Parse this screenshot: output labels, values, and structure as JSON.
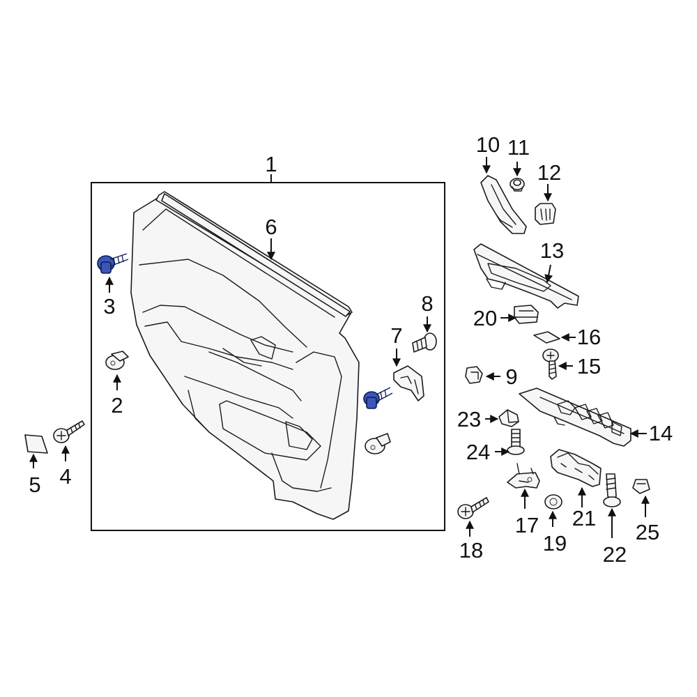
{
  "callouts": {
    "c1": "1",
    "c2": "2",
    "c3": "3",
    "c4": "4",
    "c5": "5",
    "c6": "6",
    "c7": "7",
    "c8": "8",
    "c9": "9",
    "c10": "10",
    "c11": "11",
    "c12": "12",
    "c13": "13",
    "c14": "14",
    "c15": "15",
    "c16": "16",
    "c17": "17",
    "c18": "18",
    "c19": "19",
    "c20": "20",
    "c21": "21",
    "c22": "22",
    "c23": "23",
    "c24": "24",
    "c25": "25"
  },
  "colors": {
    "highlight": "#3a56b8",
    "line": "#1a1a1a",
    "background": "#ffffff"
  }
}
